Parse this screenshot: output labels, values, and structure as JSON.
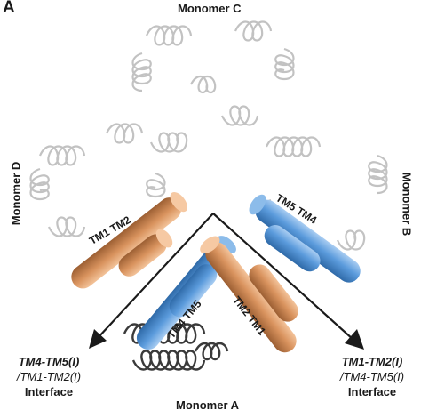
{
  "panel_label": "A",
  "monomers": {
    "a": "Monomer A",
    "b": "Monomer B",
    "c": "Monomer C",
    "d": "Monomer D"
  },
  "helices": {
    "tm1": "TM1",
    "tm2": "TM2",
    "tm4": "TM4",
    "tm5": "TM5"
  },
  "left_interface": {
    "line1": "TM4-TM5(I)",
    "line2": "/TM1-TM2(I)",
    "line3": "Interface"
  },
  "right_interface": {
    "line1": "TM1-TM2(I)",
    "line2": "/TM4-TM5(I)",
    "line3": "Interface"
  },
  "colors": {
    "orange_helix": "#d9935e",
    "blue_helix": "#5b9bdc",
    "gray_coil": "#b8b8b8",
    "dark_coil": "#3a3a3a",
    "arrow": "#1a1a1a"
  }
}
